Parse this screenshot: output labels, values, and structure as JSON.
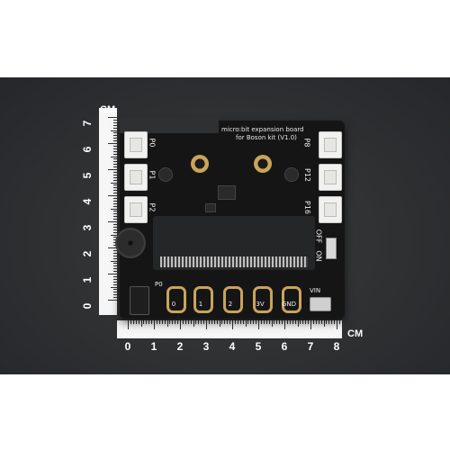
{
  "ruler": {
    "unit": "CM",
    "vertical_labels": [
      "7",
      "6",
      "5",
      "4",
      "3",
      "2",
      "1",
      "0"
    ],
    "horizontal_labels": [
      "0",
      "1",
      "2",
      "3",
      "4",
      "5",
      "6",
      "7",
      "8"
    ]
  },
  "board": {
    "title_line1": "micro:bit expansion board",
    "title_line2": "for Boson kit (V1.0)",
    "left_ports": [
      "P0",
      "P1",
      "P2"
    ],
    "right_ports": [
      "P8",
      "P12",
      "P16"
    ],
    "bottom_pads": [
      "0",
      "1",
      "2",
      "3V",
      "GND"
    ],
    "labels": {
      "p0_jack": "P0",
      "vin": "VIN",
      "on": "ON",
      "off": "OFF"
    }
  }
}
